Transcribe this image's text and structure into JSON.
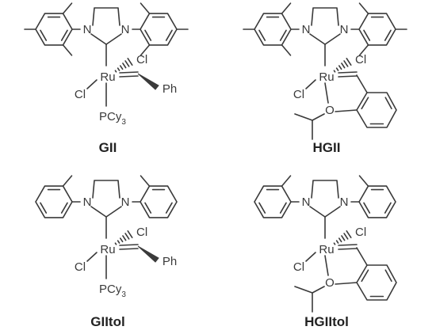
{
  "atoms": {
    "nitrogen": "N",
    "ruthenium": "Ru",
    "chlorine": "Cl",
    "oxygen": "O",
    "phenyl": "Ph",
    "phosphine": "PCy",
    "phosphine_subscript": "3"
  },
  "structures": [
    {
      "label": "GII",
      "ortho_methyls": 2,
      "para_methyl": true,
      "carbene": "benzylidene"
    },
    {
      "label": "HGII",
      "ortho_methyls": 2,
      "para_methyl": true,
      "carbene": "isopropoxybenzylidene"
    },
    {
      "label": "GIItol",
      "ortho_methyls": 1,
      "para_methyl": false,
      "carbene": "benzylidene"
    },
    {
      "label": "HGIItol",
      "ortho_methyls": 1,
      "para_methyl": false,
      "carbene": "isopropoxybenzylidene"
    }
  ],
  "colors": {
    "ink": "#3a3a3a",
    "caption": "#222222",
    "background": "#ffffff"
  }
}
